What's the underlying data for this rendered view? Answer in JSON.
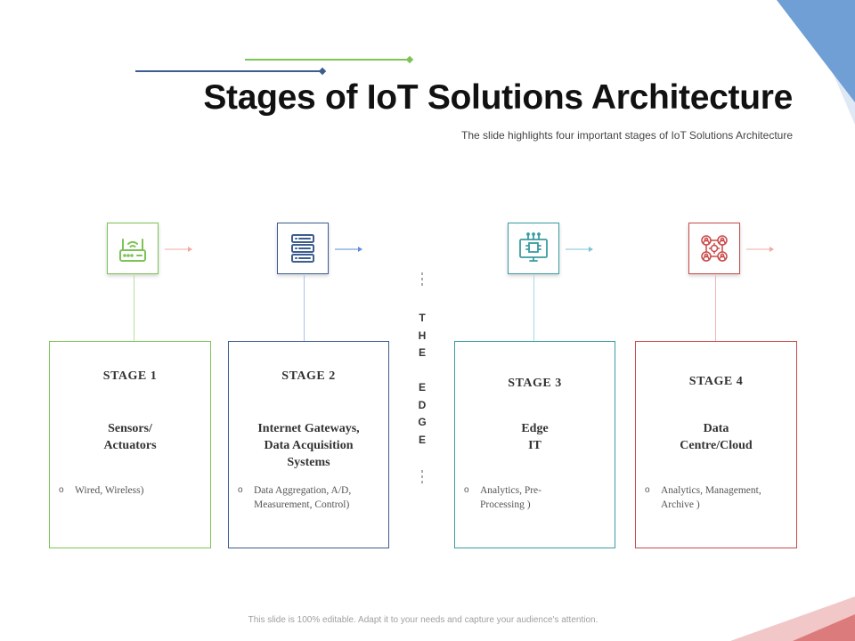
{
  "title": "Stages of IoT Solutions Architecture",
  "subtitle": "The slide highlights four important stages of IoT Solutions Architecture",
  "edge_letters": [
    "T",
    "H",
    "E",
    "",
    "E",
    "D",
    "G",
    "E"
  ],
  "colors": {
    "green": "#7cc456",
    "navy": "#3d5d8f",
    "teal": "#3a9ca1",
    "red": "#c94a4a",
    "blue_arrow": "#5a8ed6"
  },
  "stages": [
    {
      "stage": "STAGE 1",
      "name": [
        "Sensors/",
        "Actuators"
      ],
      "bullet": [
        "Wired, Wireless)"
      ],
      "icon": "router-icon"
    },
    {
      "stage": "STAGE 2",
      "name": [
        "Internet Gateways,",
        "Data Acquisition",
        "Systems"
      ],
      "bullet": [
        "Data Aggregation,  A/D,",
        "Measurement,  Control)"
      ],
      "icon": "server-icon"
    },
    {
      "stage": "STAGE 3",
      "name": [
        "Edge",
        "IT"
      ],
      "bullet": [
        "Analytics, Pre-",
        "Processing )"
      ],
      "icon": "monitor-chip-icon"
    },
    {
      "stage": "STAGE 4",
      "name": [
        "Data",
        "Centre/Cloud"
      ],
      "bullet": [
        "Analytics, Management,",
        "Archive )"
      ],
      "icon": "network-people-icon"
    }
  ],
  "footer": "This slide is 100% editable. Adapt it to your needs and capture your audience's attention."
}
